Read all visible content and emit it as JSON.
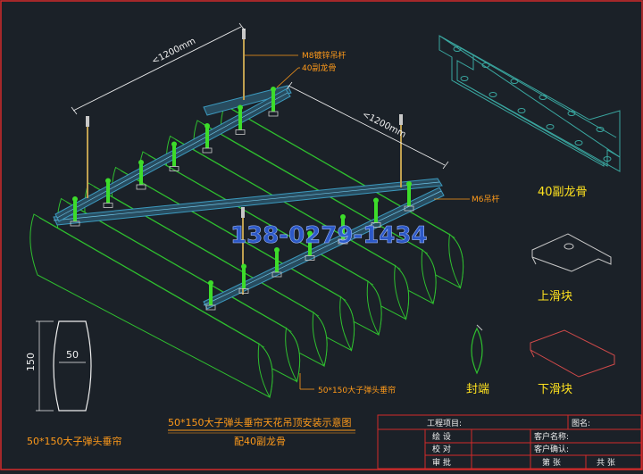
{
  "callouts": {
    "rod_m8": "M8镀锌吊杆",
    "keel_40": "40副龙骨",
    "rod_m6": "M6吊杆",
    "curtain": "50*150大子弹头垂帘",
    "span_a": "<1200mm",
    "span_b": "<1200mm"
  },
  "watermark": "138-0279-1434",
  "parts": {
    "keel": "40副龙骨",
    "upper_slider": "上滑块",
    "end_cap": "封端",
    "lower_slider": "下滑块"
  },
  "section": {
    "width": "50",
    "height": "150",
    "caption": "50*150大子弹头垂帘"
  },
  "drawing_title": {
    "line1": "50*150大子弹头垂帘天花吊顶安装示意图",
    "line2": "配40副龙骨"
  },
  "title_block": {
    "project": "工程项目:",
    "drawing_name": "图名:",
    "draw": "绘  设",
    "check": "校  对",
    "approve": "审  批",
    "client_name": "客户名称:",
    "client_confirm": "客户确认:",
    "sheet": "第        张",
    "total": "共        张"
  },
  "colors": {
    "background": "#1b2128",
    "frame": "#d32a2a",
    "curtain": "#2fbf2f",
    "keel": "#3c9abf",
    "rod_green": "#3ddc2a",
    "label_orange": "#ff9a1a",
    "title_yellow": "#ffe21f",
    "watermark": "#2d5bd0"
  }
}
